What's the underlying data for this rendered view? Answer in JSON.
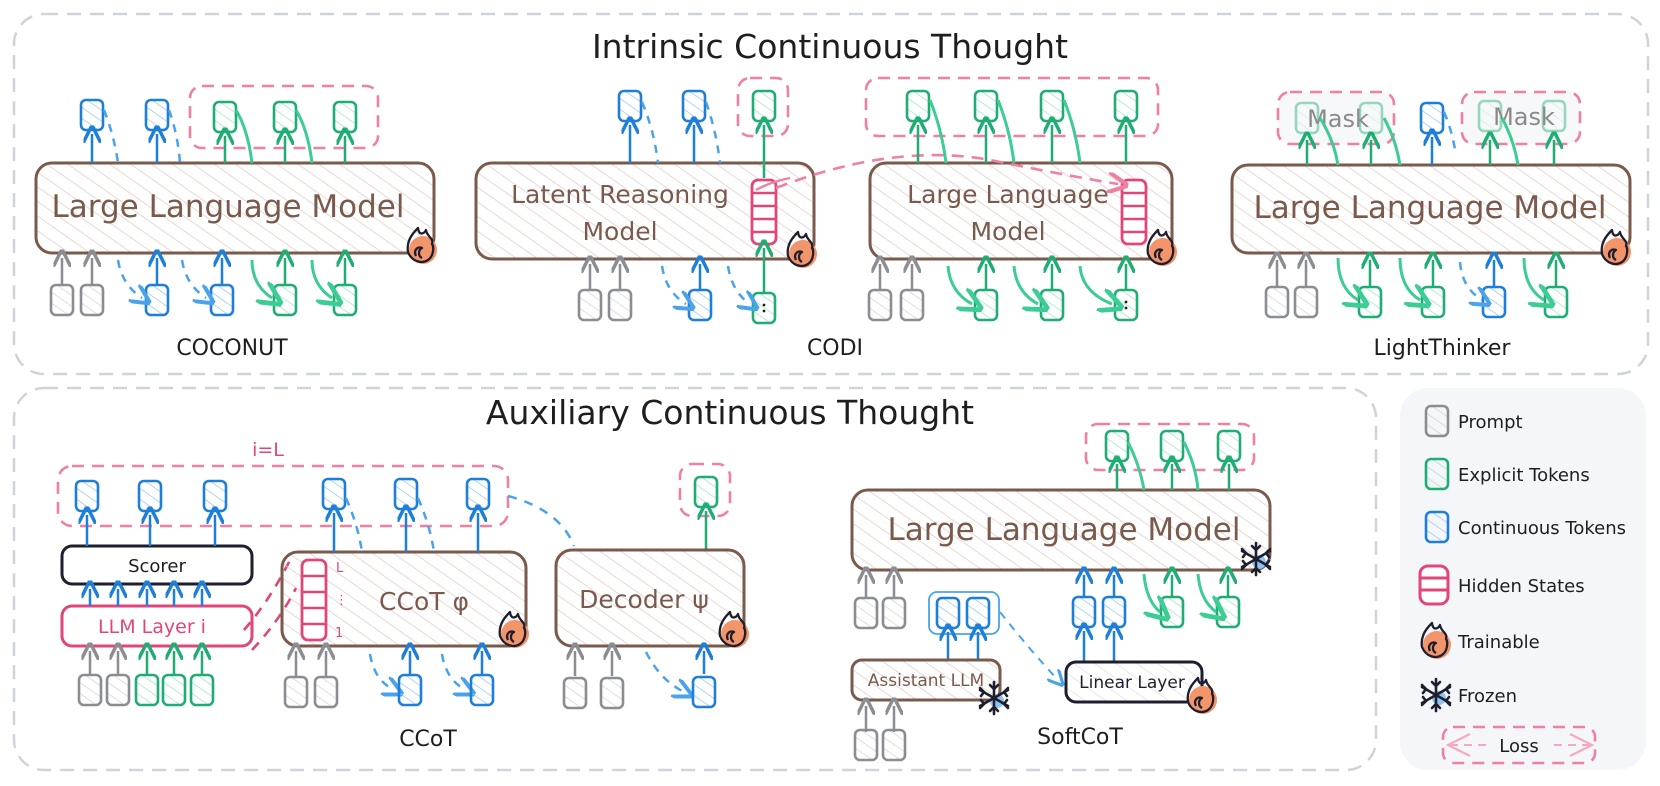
{
  "colors": {
    "continuous": "#1e7fd8",
    "explicit": "#1fad74",
    "explicit_light": "#3ccc94",
    "prompt": "#8a8d91",
    "hidden": "#e0467a",
    "loss": "#ef7fa3",
    "model_stroke": "#7a5a4c",
    "model_hatch": "#e2cfc6",
    "frame": "#cfd4da",
    "fire": "#f2956b",
    "ink": "#1e1e2e",
    "legend_bg": "#f4f6f9"
  },
  "sections": {
    "intrinsic": {
      "title": "Intrinsic Continuous Thought",
      "methods": {
        "coconut": {
          "caption": "COCONUT",
          "model": "Large Language Model"
        },
        "codi": {
          "caption": "CODI",
          "teacher_model": [
            "Latent Reasoning",
            "Model"
          ],
          "student_model": [
            "Large Language",
            "Model"
          ]
        },
        "lightthinker": {
          "caption": "LightThinker",
          "model": "Large Language Model",
          "mask_label": "Mask"
        }
      }
    },
    "auxiliary": {
      "title": "Auxiliary Continuous Thought",
      "methods": {
        "ccot": {
          "caption": "CCoT",
          "scorer": "Scorer",
          "llm_layer": "LLM Layer i",
          "index_label": "i=L",
          "ccot_model": "CCoT φ",
          "decoder_model": "Decoder ψ",
          "hidden_top": "L",
          "hidden_mid": "⋮",
          "hidden_bottom": "1"
        },
        "softcot": {
          "caption": "SoftCoT",
          "model": "Large Language Model",
          "assistant": "Assistant LLM",
          "linear": "Linear Layer"
        }
      }
    }
  },
  "legend": {
    "items": [
      {
        "icon": "prompt-token-icon",
        "label": "Prompt"
      },
      {
        "icon": "explicit-token-icon",
        "label": "Explicit Tokens"
      },
      {
        "icon": "continuous-token-icon",
        "label": "Continuous Tokens"
      },
      {
        "icon": "hidden-states-icon",
        "label": "Hidden States"
      },
      {
        "icon": "fire-icon",
        "label": "Trainable"
      },
      {
        "icon": "snowflake-icon",
        "label": "Frozen"
      }
    ],
    "loss_label": "Loss"
  }
}
